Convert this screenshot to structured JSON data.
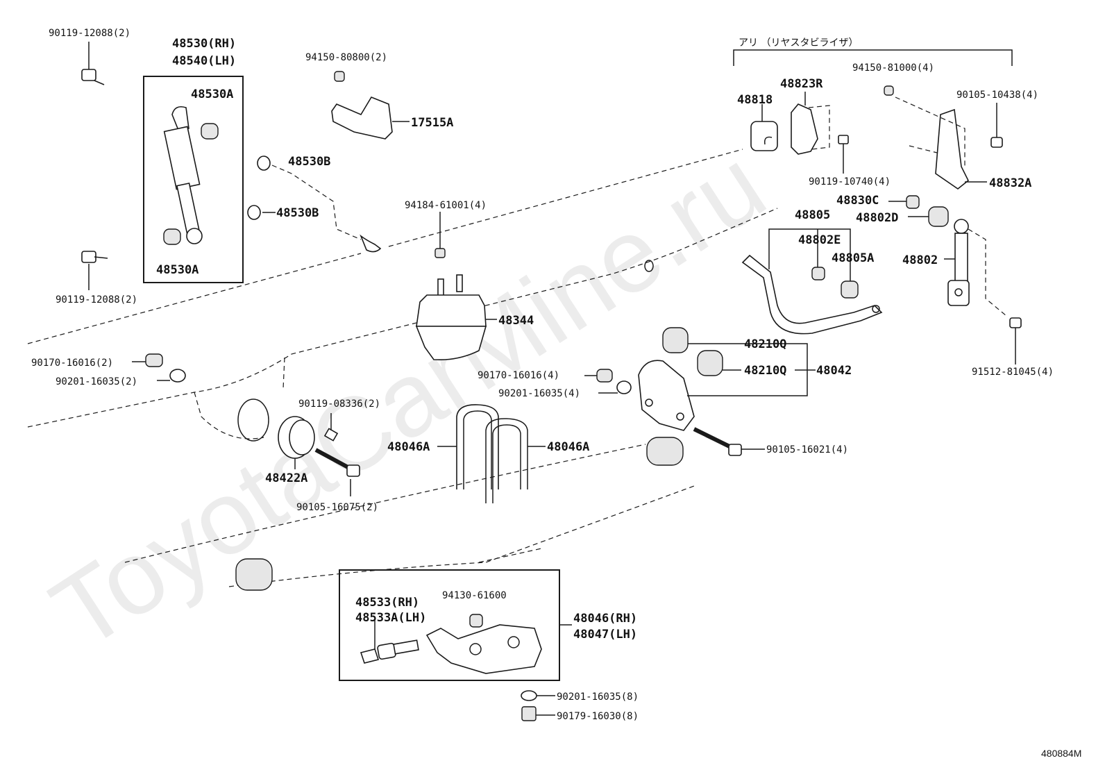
{
  "watermark": "ToyotaCarMine.ru",
  "diagram_code": "480884M",
  "group_label": "アリ （リヤスタビライザ）",
  "parts": {
    "p_90119_12088_top": "90119-12088(2)",
    "p_48530_rh": "48530(RH)",
    "p_48540_lh": "48540(LH)",
    "p_48530a_top": "48530A",
    "p_48530a_bot": "48530A",
    "p_90119_12088_bot": "90119-12088(2)",
    "p_94150_80800": "94150-80800(2)",
    "p_17515a": "17515A",
    "p_48530b_1": "48530B",
    "p_48530b_2": "48530B",
    "p_94184_61001": "94184-61001(4)",
    "p_48344": "48344",
    "p_90170_16016_left": "90170-16016(2)",
    "p_90201_16035_left": "90201-16035(2)",
    "p_90119_08336": "90119-08336(2)",
    "p_48422a": "48422A",
    "p_90105_16075": "90105-16075(2)",
    "p_48046a_left": "48046A",
    "p_48046a_right": "48046A",
    "p_90170_16016_mid": "90170-16016(4)",
    "p_90201_16035_mid": "90201-16035(4)",
    "p_48210q_1": "48210Q",
    "p_48210q_2": "48210Q",
    "p_48042": "48042",
    "p_90105_16021": "90105-16021(4)",
    "p_48818": "48818",
    "p_48823r": "48823R",
    "p_90119_10740": "90119-10740(4)",
    "p_94150_81000": "94150-81000(4)",
    "p_90105_10438": "90105-10438(4)",
    "p_48832a": "48832A",
    "p_48830c": "48830C",
    "p_48802d": "48802D",
    "p_48805": "48805",
    "p_48802e": "48802E",
    "p_48805a": "48805A",
    "p_48802": "48802",
    "p_91512_81045": "91512-81045(4)",
    "p_48533_rh": "48533(RH)",
    "p_48533a_lh": "48533A(LH)",
    "p_94130_61600": "94130-61600",
    "p_48046_rh": "48046(RH)",
    "p_48047_lh": "48047(LH)",
    "p_90201_16035_bot": "90201-16035(8)",
    "p_90179_16030": "90179-16030(8)"
  }
}
